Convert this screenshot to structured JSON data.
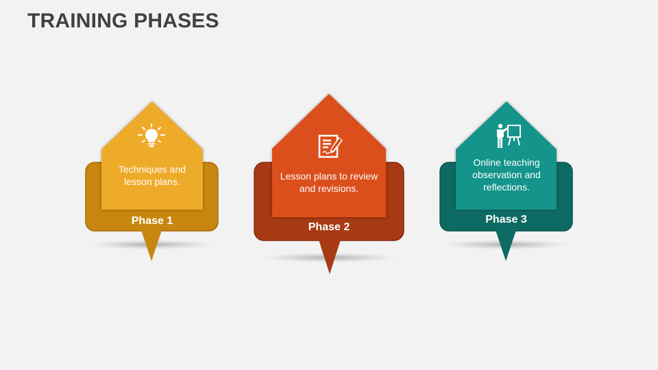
{
  "title": "TRAINING PHASES",
  "phases": [
    {
      "label": "Phase 1",
      "description": "Techniques and lesson plans.",
      "icon": "lightbulb-icon",
      "colors": {
        "top": "#eeab2a",
        "base": "#c7860f",
        "border": "#a86f0a"
      }
    },
    {
      "label": "Phase 2",
      "description": "Lesson plans to review and revisions.",
      "icon": "document-pen-icon",
      "colors": {
        "top": "#db4f1c",
        "base": "#a73a14",
        "border": "#85290a"
      }
    },
    {
      "label": "Phase 3",
      "description": "Online teaching observation and reflections.",
      "icon": "presenter-board-icon",
      "colors": {
        "top": "#14948a",
        "base": "#0e6b63",
        "border": "#0a524c"
      }
    }
  ]
}
